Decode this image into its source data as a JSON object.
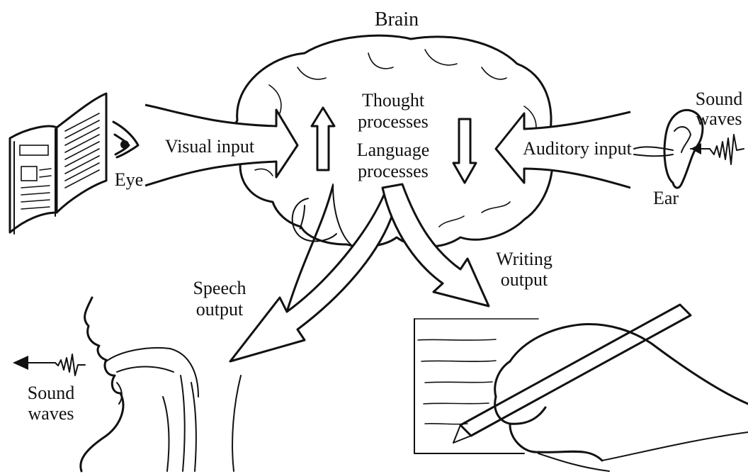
{
  "labels": {
    "brain": "Brain",
    "thought": "Thought",
    "processes1": "processes",
    "language": "Language",
    "processes2": "processes",
    "visual_input": "Visual input",
    "eye": "Eye",
    "auditory_input": "Auditory input",
    "ear": "Ear",
    "sound_top_1": "Sound",
    "sound_top_2": "waves",
    "speech_1": "Speech",
    "speech_2": "output",
    "writing_1": "Writing",
    "writing_2": "output",
    "sound_bottom_1": "Sound",
    "sound_bottom_2": "waves"
  }
}
